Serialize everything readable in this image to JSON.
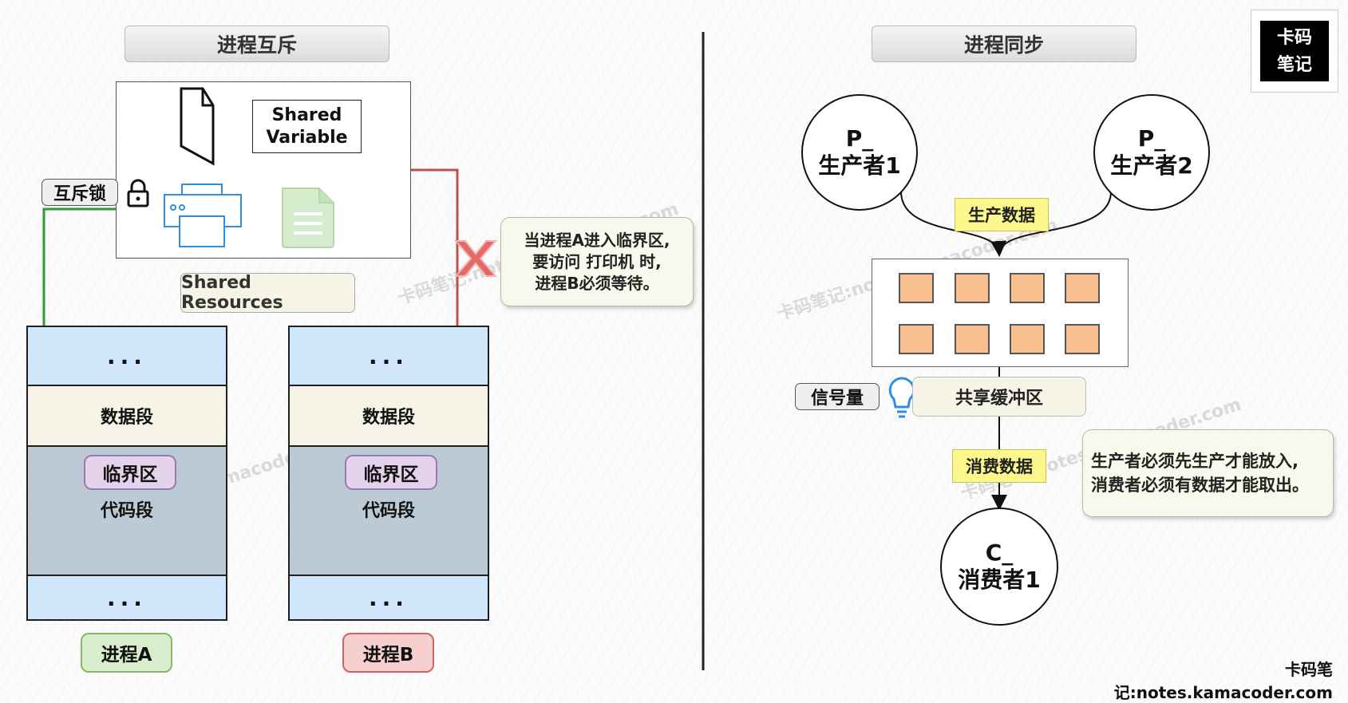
{
  "left_title": "进程互斥",
  "right_title": "进程同步",
  "logo": {
    "line1": "卡码",
    "line2": "笔记"
  },
  "shared_variable": {
    "line1": "Shared",
    "line2": "Variable"
  },
  "shared_resources": "Shared Resources",
  "mutex_lock": "互斥锁",
  "memory": {
    "dots": "...",
    "data_segment": "数据段",
    "critical_section": "临界区",
    "code_segment": "代码段"
  },
  "process_a": "进程A",
  "process_b": "进程B",
  "note_mutex": {
    "line1": "当进程A进入临界区,",
    "line2": "要访问 打印机 时,",
    "line3": "进程B必须等待。"
  },
  "producer1": {
    "line1": "P_",
    "line2": "生产者1"
  },
  "producer2": {
    "line1": "P_",
    "line2": "生产者2"
  },
  "consumer1": {
    "line1": "C_",
    "line2": "消费者1"
  },
  "produce_data": "生产数据",
  "consume_data": "消费数据",
  "semaphore": "信号量",
  "shared_buffer": "共享缓冲区",
  "note_sync": {
    "line1": "生产者必须先生产才能放入,",
    "line2": "消费者必须有数据才能取出。"
  },
  "footer": "卡码笔记:notes.kamacoder.com",
  "watermark": "卡码笔记:notes.kamacoder.com",
  "colors": {
    "green_arrow": "#2e9a35",
    "red_arrow": "#c0504d",
    "cell_fill": "#f7c08e",
    "highlight": "#fbf78a"
  }
}
